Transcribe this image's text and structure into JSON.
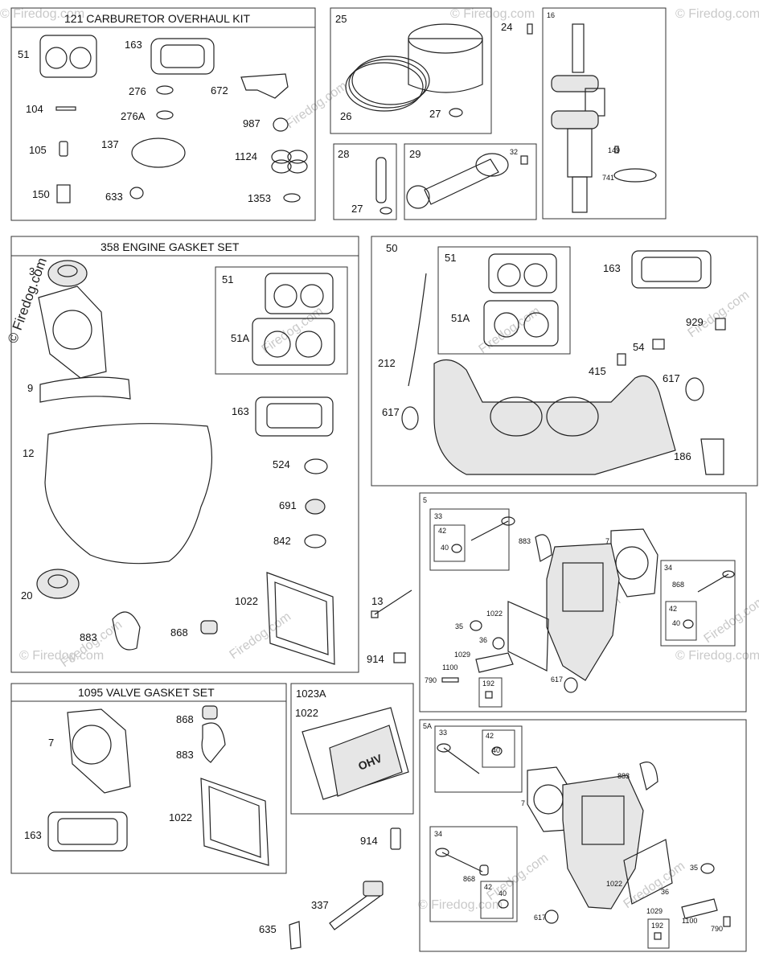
{
  "watermarks": {
    "copyright": "© Firedog.com",
    "site": "Firedog.com",
    "symbol": "©"
  },
  "kits": {
    "carb_title": "121 CARBURETOR OVERHAUL KIT",
    "engine_gasket_title": "358 ENGINE GASKET SET",
    "valve_gasket_title": "1095 VALVE GASKET SET"
  },
  "carb_kit_labels": [
    "51",
    "163",
    "276",
    "672",
    "104",
    "276A",
    "987",
    "105",
    "137",
    "1124",
    "150",
    "633",
    "1353"
  ],
  "piston_labels": [
    "25",
    "26",
    "27",
    "24",
    "16",
    "28",
    "27",
    "29",
    "32",
    "149",
    "741"
  ],
  "engine_gasket_labels": [
    "3",
    "51",
    "51A",
    "9",
    "163",
    "12",
    "524",
    "691",
    "842",
    "20",
    "1022",
    "883",
    "868"
  ],
  "manifold_labels": [
    "50",
    "51",
    "51A",
    "163",
    "929",
    "212",
    "54",
    "415",
    "617",
    "617",
    "186"
  ],
  "cylinder_head_5_labels": [
    "5",
    "33",
    "42",
    "40",
    "883",
    "7",
    "34",
    "868",
    "42",
    "40",
    "13",
    "35",
    "1022",
    "36",
    "914",
    "1029",
    "1100",
    "790",
    "192",
    "617"
  ],
  "valve_gasket_labels": [
    "7",
    "868",
    "883",
    "163",
    "1022"
  ],
  "valve_cover_labels": [
    "1023A",
    "1022",
    "914",
    "337",
    "635"
  ],
  "valve_cover_emblem": "OHV",
  "cylinder_head_5a_labels": [
    "5A",
    "33",
    "42",
    "40",
    "883",
    "7",
    "34",
    "868",
    "42",
    "40",
    "1022",
    "35",
    "36",
    "1029",
    "1100",
    "617",
    "192",
    "790"
  ]
}
